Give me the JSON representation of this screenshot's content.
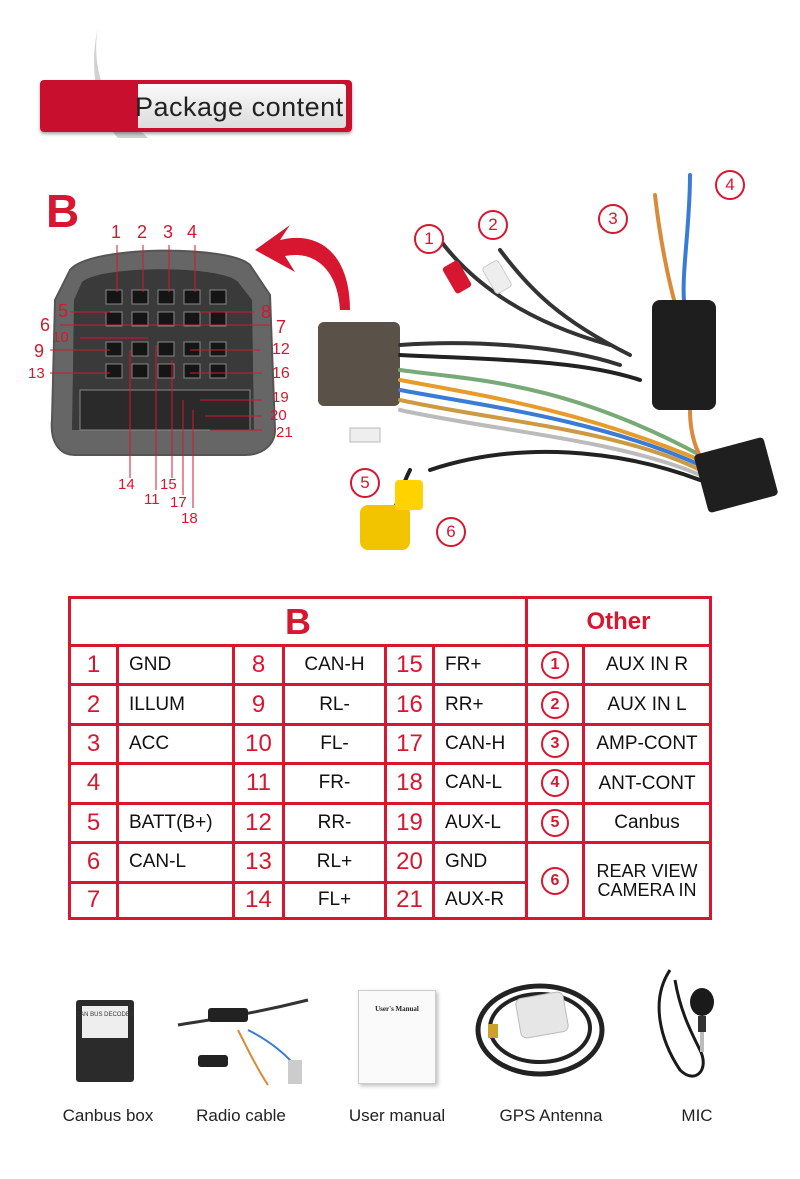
{
  "header": {
    "title": "Package content"
  },
  "section_letter": "B",
  "connector_pins": [
    "1",
    "2",
    "3",
    "4",
    "5",
    "6",
    "7",
    "8",
    "9",
    "10",
    "11",
    "12",
    "13",
    "14",
    "15",
    "16",
    "17",
    "18",
    "19",
    "20",
    "21"
  ],
  "callouts": [
    "1",
    "2",
    "3",
    "4",
    "5",
    "6"
  ],
  "table": {
    "title_b": "B",
    "title_other": "Other",
    "rows": [
      {
        "n1": "1",
        "l1": "GND",
        "n2": "8",
        "l2": "CAN-H",
        "n3": "15",
        "l3": "FR+",
        "oc": "1",
        "ol": "AUX IN R"
      },
      {
        "n1": "2",
        "l1": "ILLUM",
        "n2": "9",
        "l2": "RL-",
        "n3": "16",
        "l3": "RR+",
        "oc": "2",
        "ol": "AUX IN L"
      },
      {
        "n1": "3",
        "l1": "ACC",
        "n2": "10",
        "l2": "FL-",
        "n3": "17",
        "l3": "CAN-H",
        "oc": "3",
        "ol": "AMP-CONT"
      },
      {
        "n1": "4",
        "l1": "",
        "n2": "11",
        "l2": "FR-",
        "n3": "18",
        "l3": "CAN-L",
        "oc": "4",
        "ol": "ANT-CONT"
      },
      {
        "n1": "5",
        "l1": "BATT(B+)",
        "n2": "12",
        "l2": "RR-",
        "n3": "19",
        "l3": "AUX-L",
        "oc": "5",
        "ol": "Canbus"
      },
      {
        "n1": "6",
        "l1": "CAN-L",
        "n2": "13",
        "l2": "RL+",
        "n3": "20",
        "l3": "GND",
        "oc": "6",
        "ol": "REAR VIEW\nCAMERA IN"
      },
      {
        "n1": "7",
        "l1": "",
        "n2": "14",
        "l2": "FL+",
        "n3": "21",
        "l3": "AUX-R"
      }
    ]
  },
  "accessories": [
    {
      "label": "Canbus box"
    },
    {
      "label": "Radio cable"
    },
    {
      "label": "User manual",
      "manual_title": "User's Manual"
    },
    {
      "label": "GPS Antenna"
    },
    {
      "label": "MIC"
    }
  ],
  "colors": {
    "accent": "#d7172f",
    "banner": "#c8102e"
  }
}
